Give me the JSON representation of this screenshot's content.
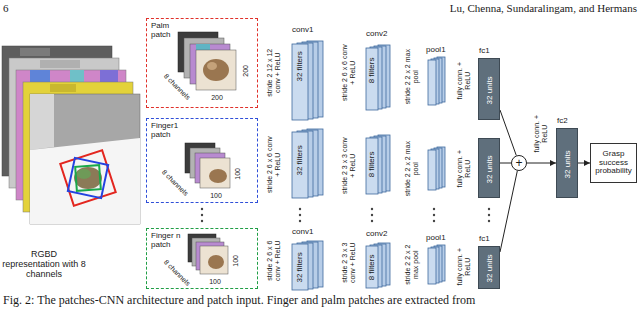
{
  "diagram": {
    "caption": "Fig. 2: The patches-CNN architecture and patch input. Finger and palm patches are extracted from",
    "nodes": [
      {
        "text": [
          "Palm patch",
          "8 channels",
          "200",
          "200"
        ]
      },
      {
        "text": [
          "conv1",
          "32 filters"
        ]
      },
      {
        "text": [
          "conv2",
          "8 filters"
        ]
      },
      {
        "text": [
          "fc1",
          "32 units"
        ]
      },
      {
        "text": [
          "Finger1 patch",
          "8 channels",
          "100",
          "100"
        ]
      },
      {
        "text": [
          "32 filters"
        ]
      },
      {
        "text": [
          "8 filters"
        ]
      },
      {
        "text": [
          "32 units"
        ]
      },
      {
        "text": [
          "Finger n patch",
          "8 channels",
          "100",
          "100"
        ]
      },
      {
        "text": [
          "conv1",
          "32 filters"
        ]
      },
      {
        "text": [
          "conv2",
          "8 filters"
        ]
      },
      {
        "text": [
          "fc1",
          "32 units"
        ]
      },
      {
        "text": [
          "+"
        ]
      },
      {
        "text": [
          "fc2",
          "32 units"
        ]
      },
      {
        "text": [
          "Grasp success probability"
        ]
      }
    ],
    "edges": [
      {
        "from": 3,
        "to": 12,
        "arrow": "none"
      },
      {
        "from": 7,
        "to": 12,
        "arrow": "none"
      },
      {
        "from": 11,
        "to": 12,
        "arrow": "none"
      },
      {
        "from": 12,
        "to": 13,
        "label": "fully conn. + ReLU",
        "arrow": "to"
      },
      {
        "from": 13,
        "to": 14,
        "arrow": "to"
      }
    ],
    "labels": [
      "6",
      "Lu, Chenna, Sundaralingam, and Hermans",
      "RGBD representation with 8 channels",
      "stride 2 12 x 12 conv + ReLU",
      "stride 2 6 x 6 conv + ReLU",
      "pool1",
      "stride 2 2 x 2 max pool",
      "fully conn. + ReLU",
      "stride 2 6 x 6 conv + ReLU",
      "stride 2 3 x 3 conv + ReLU",
      "stride 2 2 x 2 max pool",
      "fully conn. + ReLU",
      "stride 2 6 x 6 conv + ReLU",
      "stride 2 3 x 3 conv + ReLU",
      "pool1",
      "stride 2 2 x 2 max pool",
      "fully conn. + ReLU"
    ]
  }
}
